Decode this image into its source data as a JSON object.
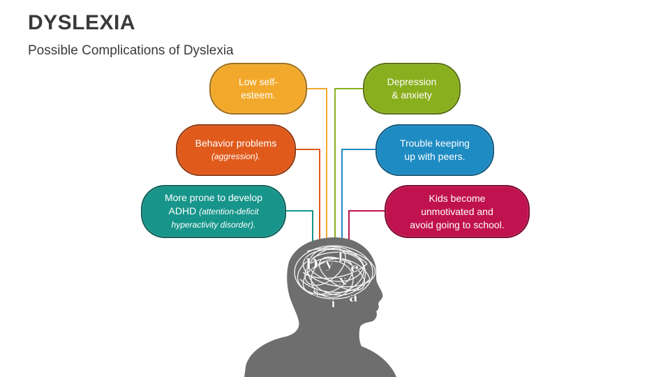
{
  "header": {
    "title": "DYSLEXIA",
    "subtitle": "Possible Complications of Dyslexia"
  },
  "colors": {
    "yellow": "#F2A92B",
    "green": "#8AAF1E",
    "orange": "#E05A1C",
    "blue": "#1E8BC3",
    "teal": "#17958A",
    "crimson": "#C0124E",
    "head": "#6E6E6E"
  },
  "bubbles": {
    "low_self_esteem": {
      "line1": "Low self-",
      "line2": "esteem."
    },
    "depression": {
      "line1": "Depression",
      "line2": "& anxiety"
    },
    "behavior": {
      "line1": "Behavior problems",
      "line2": "(aggression)."
    },
    "trouble": {
      "line1": "Trouble keeping",
      "line2": "up with peers."
    },
    "adhd": {
      "line1": "More prone to develop",
      "line2a": "ADHD ",
      "line2b": "(attention-deficit",
      "line3": "hyperactivity disorder)."
    },
    "kids": {
      "line1": "Kids become",
      "line2": "unmotivated and",
      "line3": "avoid going to school."
    }
  },
  "head_letters": [
    "D",
    "y",
    "s",
    "l",
    "e",
    "x",
    "i",
    "a"
  ]
}
